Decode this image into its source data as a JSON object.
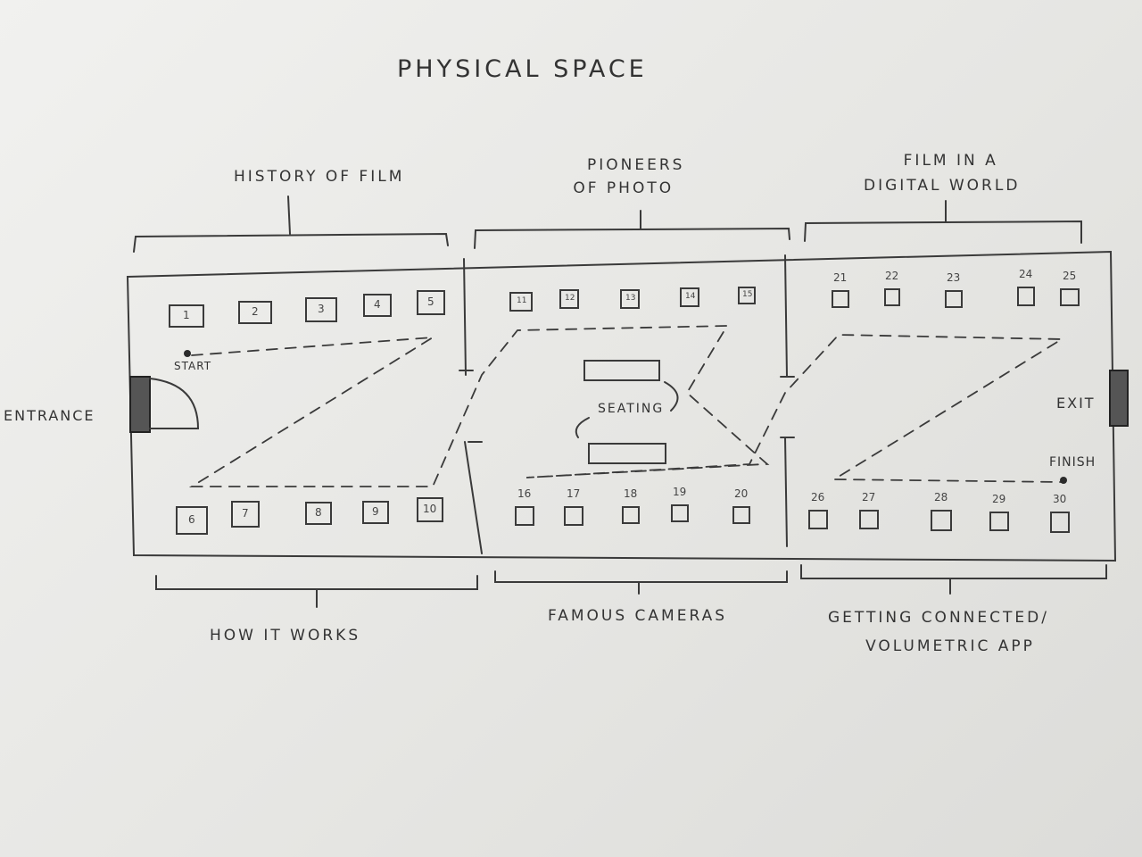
{
  "title": "PHYSICAL SPACE",
  "sections_top": [
    {
      "label": "HISTORY OF FILM"
    },
    {
      "label_line1": "PIONEERS",
      "label_line2": "OF PHOTO"
    },
    {
      "label_line1": "FILM IN A",
      "label_line2": "DIGITAL WORLD"
    }
  ],
  "sections_bottom": [
    {
      "label": "HOW IT WORKS"
    },
    {
      "label": "FAMOUS CAMERAS"
    },
    {
      "label_line1": "GETTING CONNECTED/",
      "label_line2": "VOLUMETRIC APP"
    }
  ],
  "markers": {
    "entrance": "ENTRANCE",
    "exit": "EXIT",
    "start": "START",
    "finish": "FINISH",
    "seating": "SEATING"
  },
  "stations": [
    "1",
    "2",
    "3",
    "4",
    "5",
    "6",
    "7",
    "8",
    "9",
    "10",
    "11",
    "12",
    "13",
    "14",
    "15",
    "16",
    "17",
    "18",
    "19",
    "20",
    "21",
    "22",
    "23",
    "24",
    "25",
    "26",
    "27",
    "28",
    "29",
    "30"
  ]
}
